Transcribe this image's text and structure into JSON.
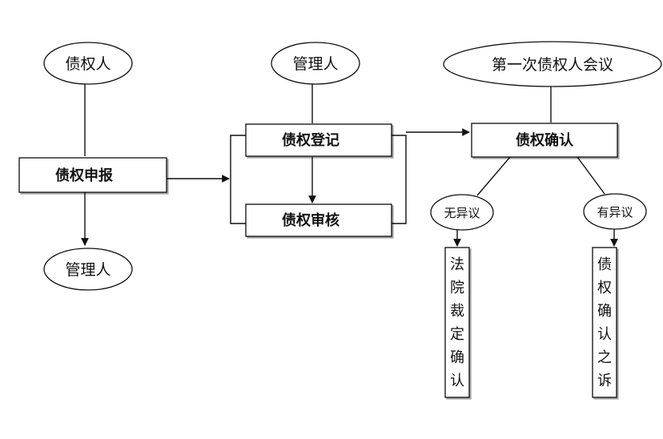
{
  "nodes": {
    "creditor": "债权人",
    "declare": "债权申报",
    "manager_bottom": "管理人",
    "manager_top": "管理人",
    "register": "债权登记",
    "review": "债权审核",
    "first_meeting": "第一次债权人会议",
    "confirm": "债权确认",
    "no_objection": "无异议",
    "objection": "有异议",
    "court_ruling": [
      "法",
      "院",
      "裁",
      "定",
      "确",
      "认"
    ],
    "lawsuit": [
      "债",
      "权",
      "确",
      "认",
      "之",
      "诉"
    ]
  }
}
